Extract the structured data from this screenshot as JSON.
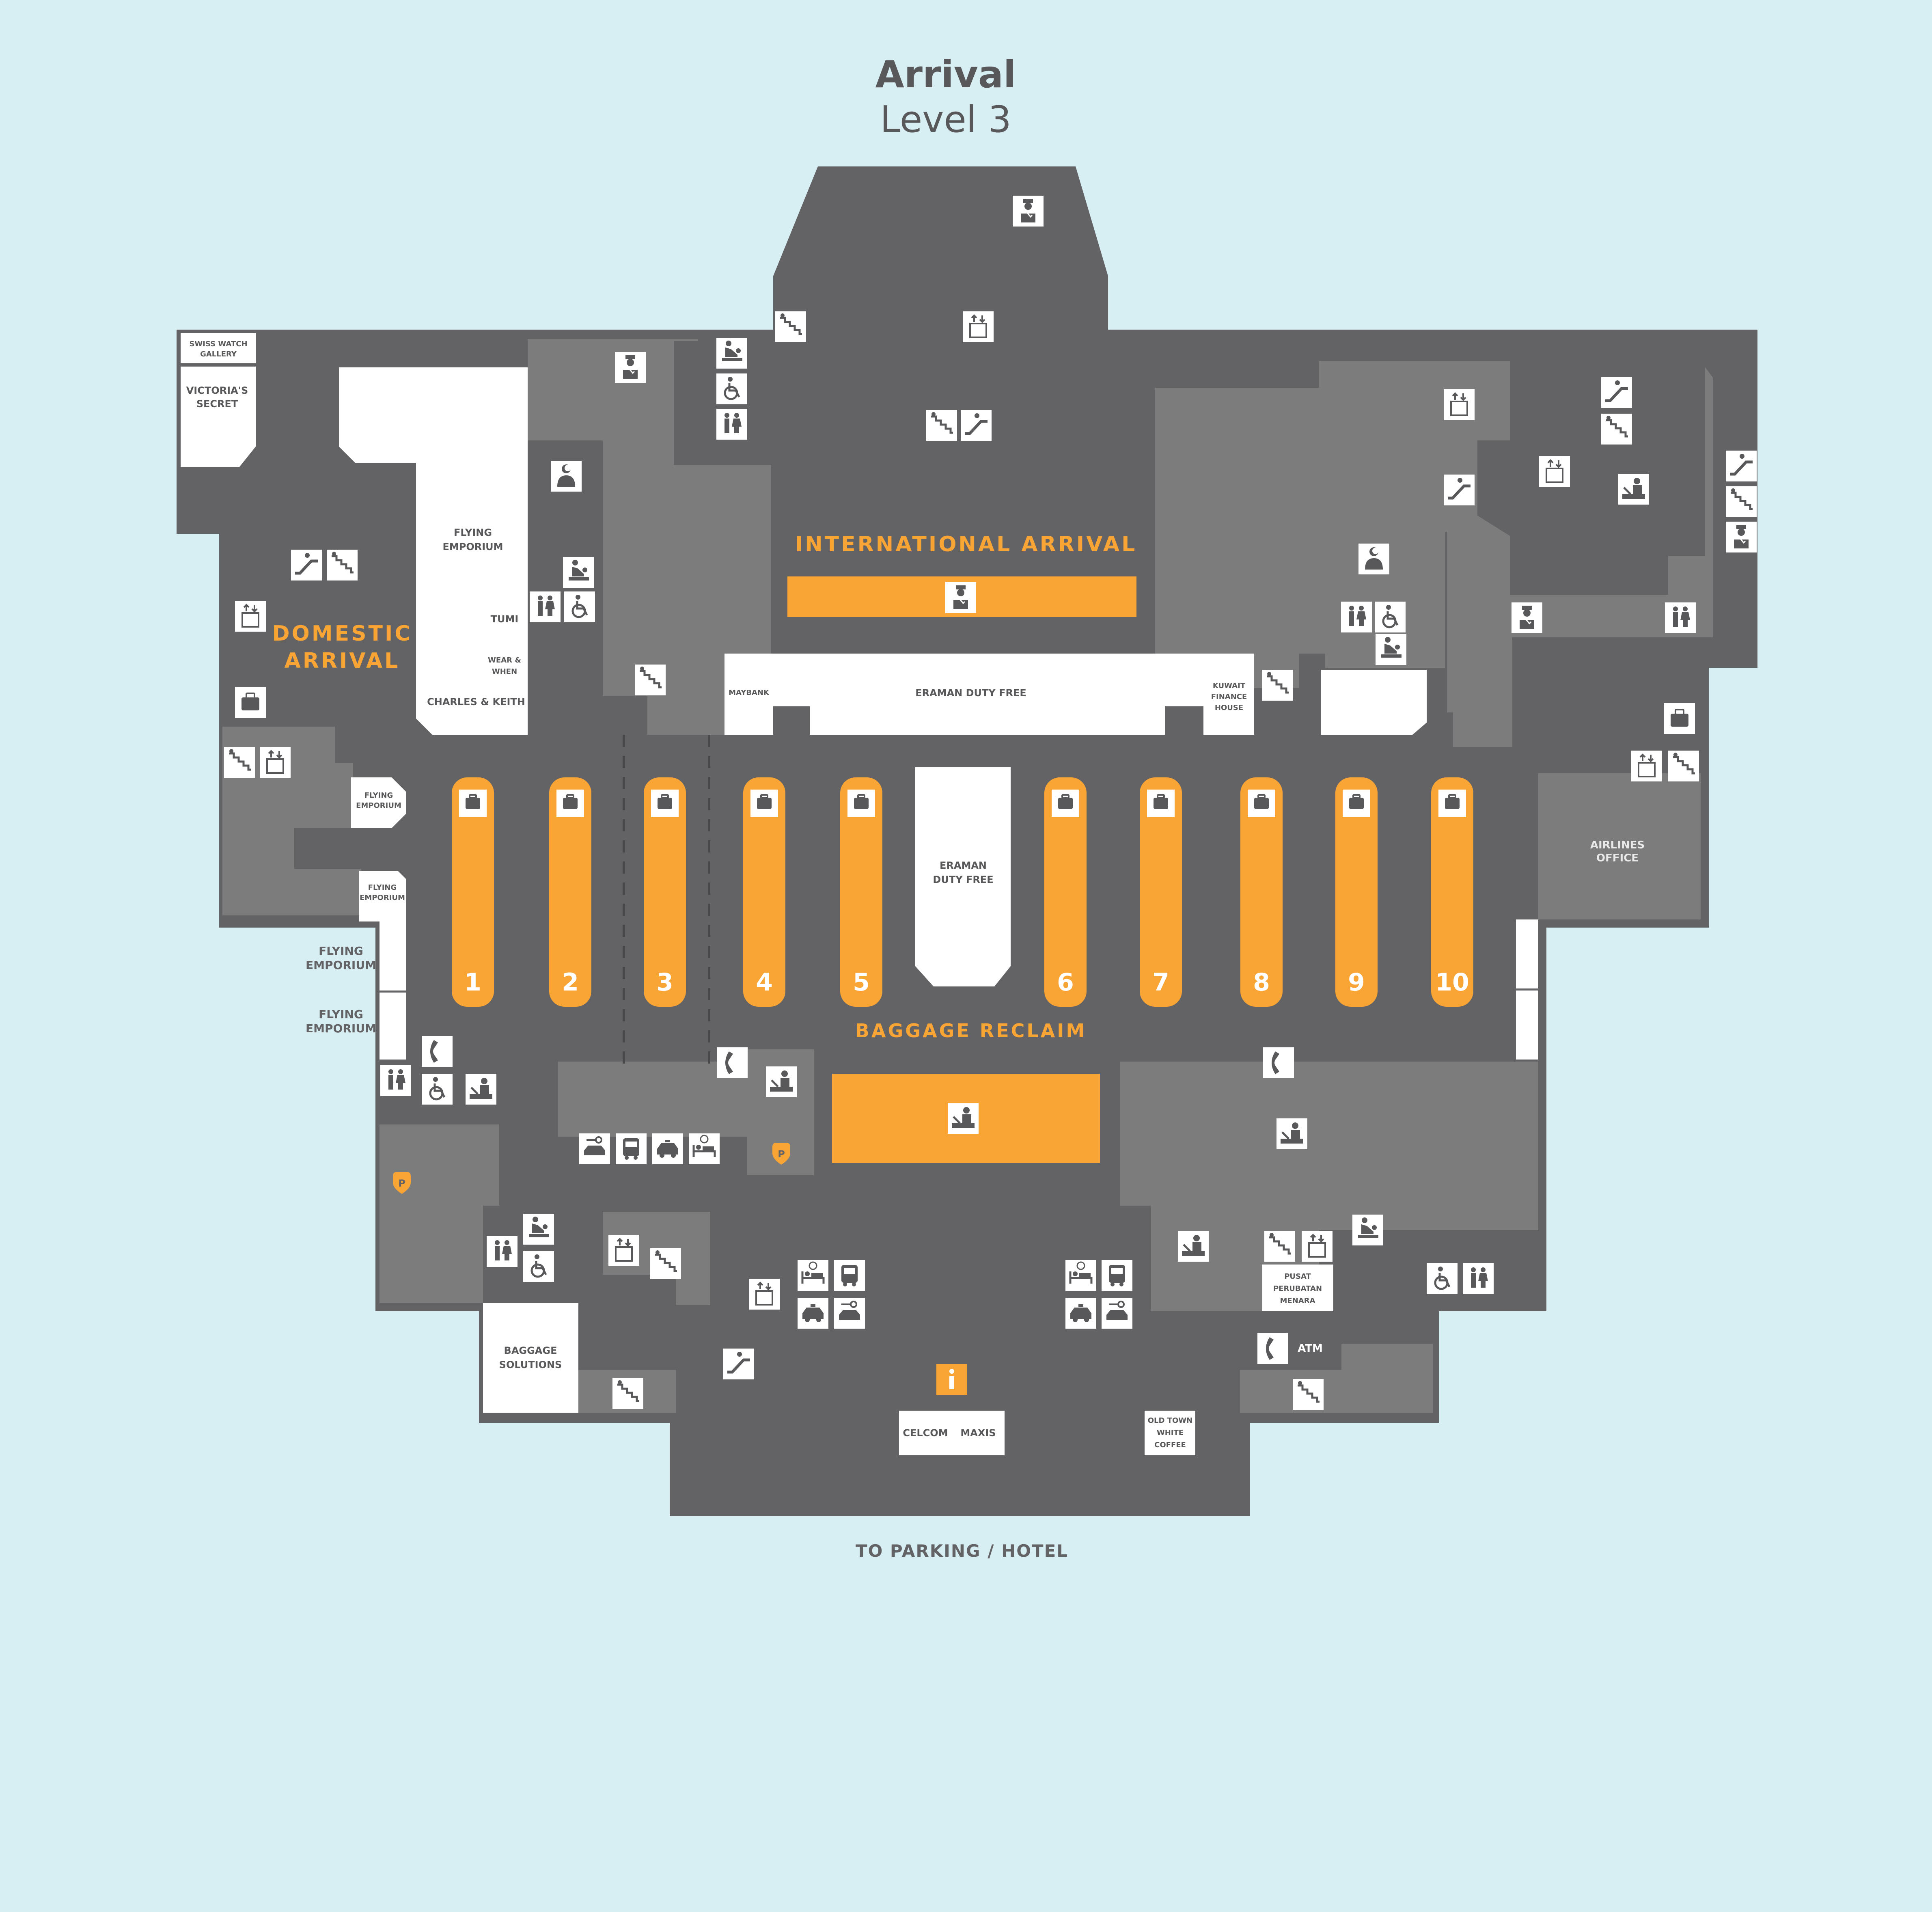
{
  "header": {
    "title": "Arrival",
    "subtitle": "Level 3"
  },
  "zones": {
    "international": "INTERNATIONAL ARRIVAL",
    "domestic_line1": "DOMESTIC",
    "domestic_line2": "ARRIVAL",
    "baggage_reclaim": "BAGGAGE RECLAIM"
  },
  "belts": [
    "1",
    "2",
    "3",
    "4",
    "5",
    "6",
    "7",
    "8",
    "9",
    "10"
  ],
  "shops": {
    "swiss_watch": [
      "SWISS WATCH",
      "GALLERY"
    ],
    "victorias_secret": [
      "VICTORIA'S",
      "SECRET"
    ],
    "flying_emporium_main": [
      "FLYING",
      "EMPORIUM"
    ],
    "tumi": "TUMI",
    "wear_when": [
      "WEAR &",
      "WHEN"
    ],
    "charles_keith": "CHARLES & KEITH",
    "maybank": "MAYBANK",
    "eraman_duty_free_top": "ERAMAN DUTY FREE",
    "kuwait_finance": [
      "KUWAIT",
      "FINANCE",
      "HOUSE"
    ],
    "flying_emporium_small_1": [
      "FLYING",
      "EMPORIUM"
    ],
    "flying_emporium_small_2": [
      "FLYING",
      "EMPORIUM"
    ],
    "flying_emporium_out_1": [
      "FLYING",
      "EMPORIUM"
    ],
    "flying_emporium_out_2": [
      "FLYING",
      "EMPORIUM"
    ],
    "eraman_duty_free_centre": [
      "ERAMAN",
      "DUTY FREE"
    ],
    "airlines_office": [
      "AIRLINES",
      "OFFICE"
    ],
    "baggage_solutions": [
      "BAGGAGE",
      "SOLUTIONS"
    ],
    "pusat_perubatan": [
      "PUSAT",
      "PERUBATAN",
      "MENARA"
    ],
    "atm": "ATM",
    "celcom": "CELCOM",
    "maxis": "MAXIS",
    "old_town": [
      "OLD TOWN",
      "WHITE",
      "COFFEE"
    ]
  },
  "footer": {
    "direction": "TO PARKING / HOTEL"
  },
  "icon_legend": {
    "baggage-icon": "baggage belt marker",
    "immigration-icon": "officer",
    "lift-icon": "lift",
    "stairs-icon": "stairs",
    "escalator-icon": "escalator",
    "toilet-icon": "toilets",
    "wheelchair-icon": "accessible toilet",
    "baby-change-icon": "baby change",
    "prayer-room-icon": "prayer room",
    "telephone-icon": "telephone",
    "customs-icon": "customs",
    "info-icon": "information",
    "taxi-icon": "taxi",
    "bus-icon": "bus",
    "car-rental-icon": "car rental",
    "hotel-icon": "hotel",
    "parking-icon": "parking"
  },
  "colors": {
    "background": "#d7eef3",
    "floor": "#636366",
    "floor_light": "#7c7c7d",
    "accent": "#f8a535",
    "shop": "#ffffff"
  }
}
